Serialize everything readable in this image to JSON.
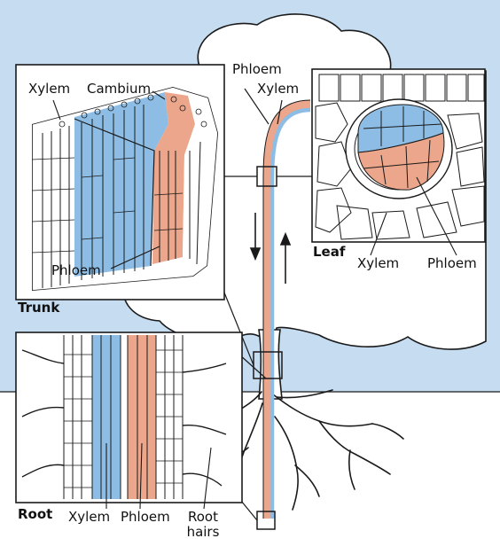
{
  "colors": {
    "sky": "#c6dcf0",
    "xylem": "#8dbde4",
    "phloem": "#eba68b",
    "outline": "#1a1a1a",
    "ground": "#ffffff"
  },
  "trunk_panel": {
    "title": "Trunk",
    "labels": {
      "xylem": "Xylem",
      "cambium": "Cambium",
      "phloem": "Phloem"
    }
  },
  "leaf_panel": {
    "title": "Leaf",
    "labels": {
      "xylem": "Xylem",
      "phloem": "Phloem"
    }
  },
  "root_panel": {
    "title": "Root",
    "labels": {
      "xylem": "Xylem",
      "phloem": "Phloem",
      "root_hairs_line1": "Root",
      "root_hairs_line2": "hairs"
    }
  },
  "tree_labels": {
    "phloem": "Phloem",
    "xylem": "Xylem"
  }
}
